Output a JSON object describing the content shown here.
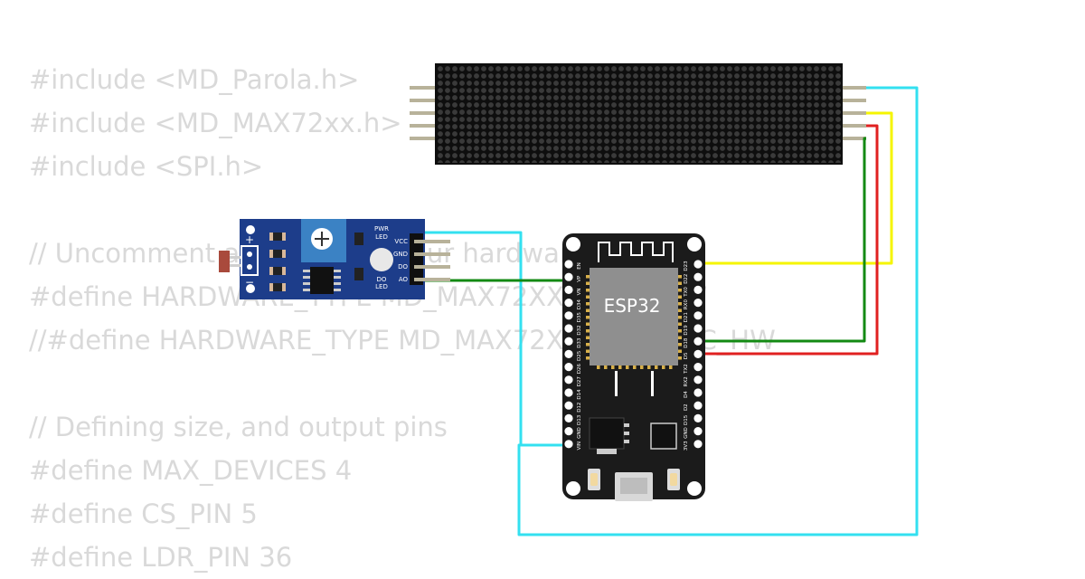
{
  "code_lines": [
    "#include <MD_Parola.h>",
    "#include <MD_MAX72xx.h>",
    "#include <SPI.h>",
    "",
    "// Uncomment according to your hardware type",
    "#define HARDWARE_TYPE MD_MAX72XX::FC16_HW",
    "//#define HARDWARE_TYPE MD_MAX72XX::GENERIC_HW",
    "",
    "// Defining size, and output pins",
    "#define MAX_DEVICES 4",
    "#define CS_PIN 5",
    "#define LDR_PIN 36"
  ],
  "esp32": {
    "chip_label": "ESP32",
    "left_pins": [
      "EN",
      "VP",
      "VN",
      "D34",
      "D35",
      "D32",
      "D33",
      "D25",
      "D26",
      "D27",
      "D14",
      "D12",
      "D13",
      "GND",
      "VIN"
    ],
    "right_pins": [
      "D23",
      "D22",
      "TX0",
      "RX0",
      "D21",
      "D19",
      "D18",
      "D5",
      "TX2",
      "RX2",
      "D4",
      "D2",
      "D15",
      "GND",
      "3V3"
    ]
  },
  "ldr_module": {
    "pins": [
      "VCC",
      "GND",
      "DO",
      "AO"
    ],
    "pwr_led": [
      "PWR",
      "LED"
    ],
    "do_led": [
      "DO",
      "LED"
    ],
    "plus": "+",
    "minus": "−"
  },
  "colors": {
    "wire_cyan": "#33e0f0",
    "wire_yellow": "#f5f500",
    "wire_red": "#e02020",
    "wire_green": "#138a13",
    "board_black": "#1b1b1b",
    "module_blue": "#1d3d8a",
    "code_gray": "#d9d9d9"
  }
}
